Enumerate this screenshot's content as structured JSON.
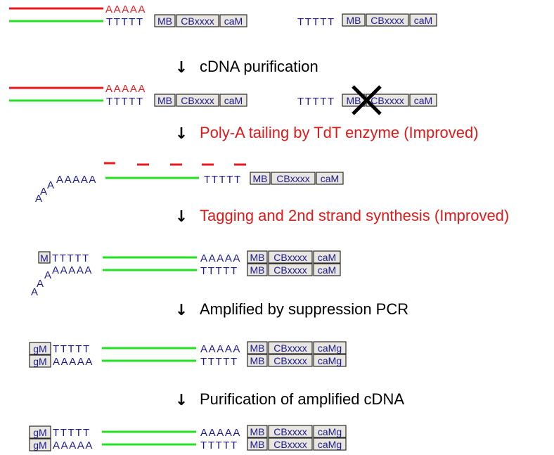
{
  "colors": {
    "red_strand": "#e8191f",
    "green_strand": "#22e022",
    "sequence_text": "#1a1a8f",
    "step_text_default": "#000000",
    "step_text_improved": "#dd1a1a",
    "box_fill": "#e9e5df",
    "box_stroke": "#2a2a2a"
  },
  "labels": {
    "polyA": "AAAAA",
    "polyT": "TTTTT",
    "A": "A",
    "MB": "MB",
    "CBxxxx": "CBxxxx",
    "caM": "caM",
    "M": "M",
    "gM": "gM",
    "caMg": "caMg",
    "down_arrow": "↓",
    "cross": "✕"
  },
  "steps": [
    {
      "text": "cDNA purification",
      "color": "#000000"
    },
    {
      "text": "Poly-A tailing by TdT enzyme (Improved)",
      "color": "#dd1a1a"
    },
    {
      "text": "Tagging and 2nd strand synthesis (Improved)",
      "color": "#dd1a1a"
    },
    {
      "text": "Amplified by suppression PCR",
      "color": "#000000"
    },
    {
      "text": "Purification of amplified cDNA",
      "color": "#000000"
    }
  ]
}
